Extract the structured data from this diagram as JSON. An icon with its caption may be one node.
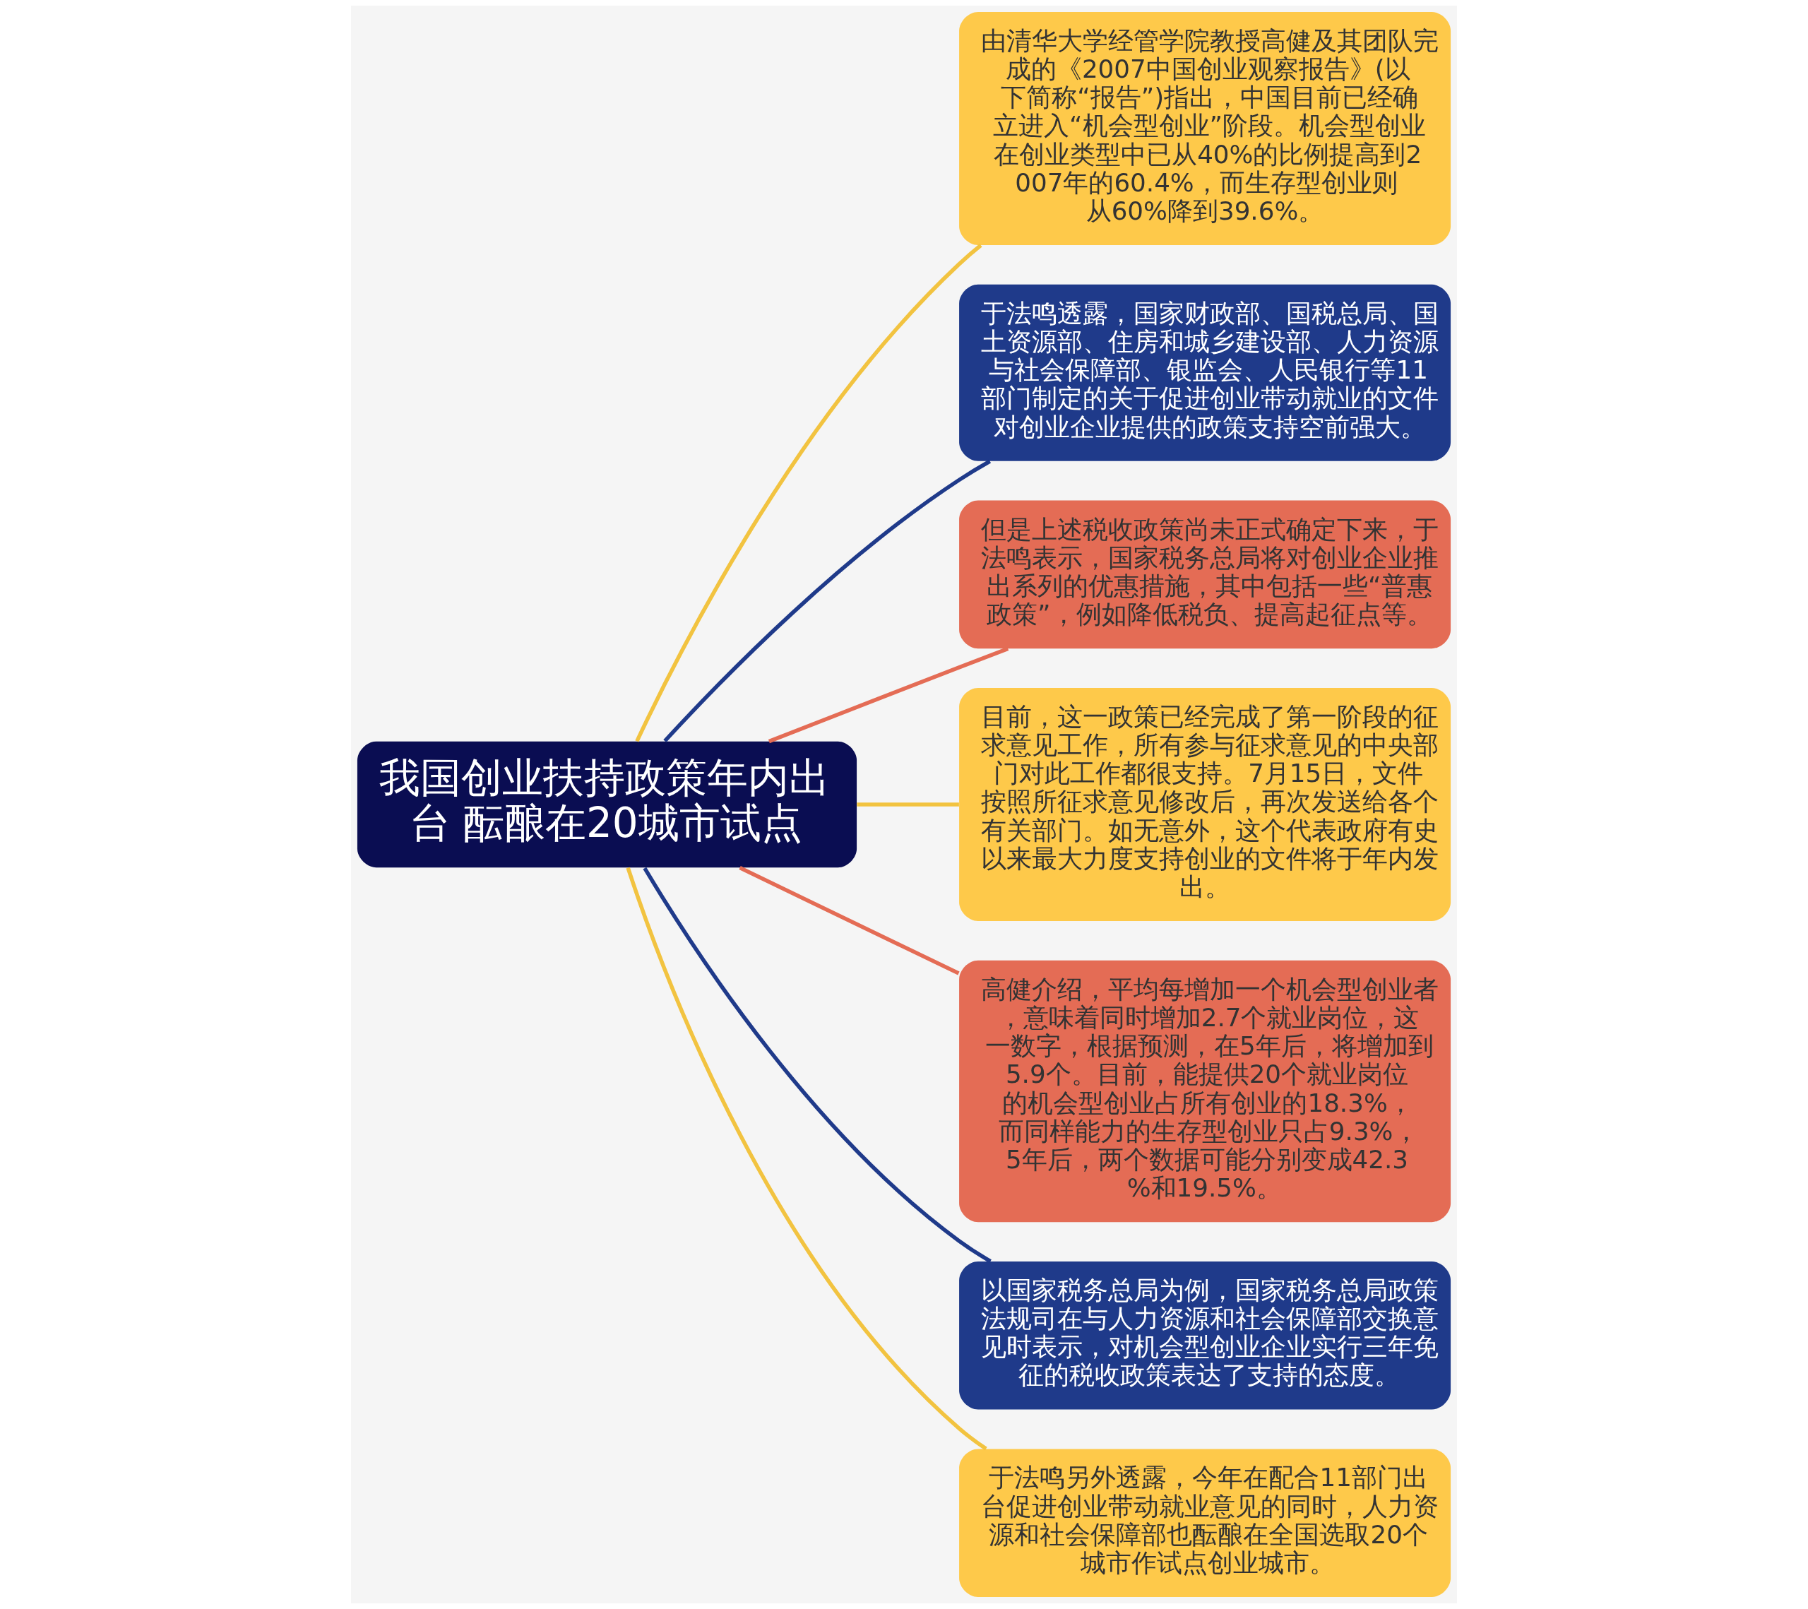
{
  "diagram": {
    "nodes": [
      {
        "text": [
          "我国创业扶持政策年内出台 酝酿在20城市试点"
        ]
      },
      {
        "text": [
          "由清华大学经管学院教授高健及其团队完成的《2007中国创业观察报告》(以下简称“报告”)指出，中国目前已经确立进入“机会型创业”阶段。机会型创业在创业类型中已从40%的比例提高到2007年的60.4%，而生存型创业则从60%降到39.6%。"
        ]
      },
      {
        "text": [
          "于法鸣透露，国家财政部、国税总局、国土资源部、住房和城乡建设部、人力资源与社会保障部、银监会、人民银行等11部门制定的关于促进创业带动就业的文件对创业企业提供的政策支持空前强大。"
        ]
      },
      {
        "text": [
          "但是上述税收政策尚未正式确定下来，于法鸣表示，国家税务总局将对创业企业推出系列的优惠措施，其中包括一些“普惠政策”，例如降低税负、提高起征点等。"
        ]
      },
      {
        "text": [
          "目前，这一政策已经完成了第一阶段的征求意见工作，所有参与征求意见的中央部门对此工作都很支持。7月15日，文件按照所征求意见修改后，再次发送给各个有关部门。如无意外，这个代表政府有史以来最大力度支持创业的文件将于年内发出。"
        ]
      },
      {
        "text": [
          "高健介绍，平均每增加一个机会型创业者，意味着同时增加2.7个就业岗位，这一数字，根据预测，在5年后，将增加到5.9个。目前，能提供20个就业岗位的机会型创业占所有创业的18.3%，而同样能力的生存型创业只占9.3%，5年后，两个数据可能分别变成42.3%和19.5%。"
        ]
      },
      {
        "text": [
          "以国家税务总局为例，国家税务总局政策法规司在与人力资源和社会保障部交换意见时表示，对机会型创业企业实行三年免征的税收政策表达了支持的态度。"
        ]
      },
      {
        "text": [
          "于法鸣另外透露，今年在配合11部门出台促进创业带动就业意见的同时，人力资源和社会保障部也酝酿在全国选取20个城市作试点创业城市。"
        ]
      }
    ],
    "edges": [
      {
        "from": 0,
        "to": 1,
        "arrow": "none"
      },
      {
        "from": 0,
        "to": 2,
        "arrow": "none",
        "color": "#1f3a8a"
      },
      {
        "from": 0,
        "to": 3,
        "arrow": "none",
        "color": "#e46c55"
      },
      {
        "from": 0,
        "to": 4,
        "arrow": "none"
      },
      {
        "from": 0,
        "to": 5,
        "arrow": "none",
        "color": "#e46c55"
      },
      {
        "from": 0,
        "to": 6,
        "arrow": "none",
        "color": "#1f3a8a"
      },
      {
        "from": 0,
        "to": 7,
        "arrow": "none"
      }
    ]
  }
}
